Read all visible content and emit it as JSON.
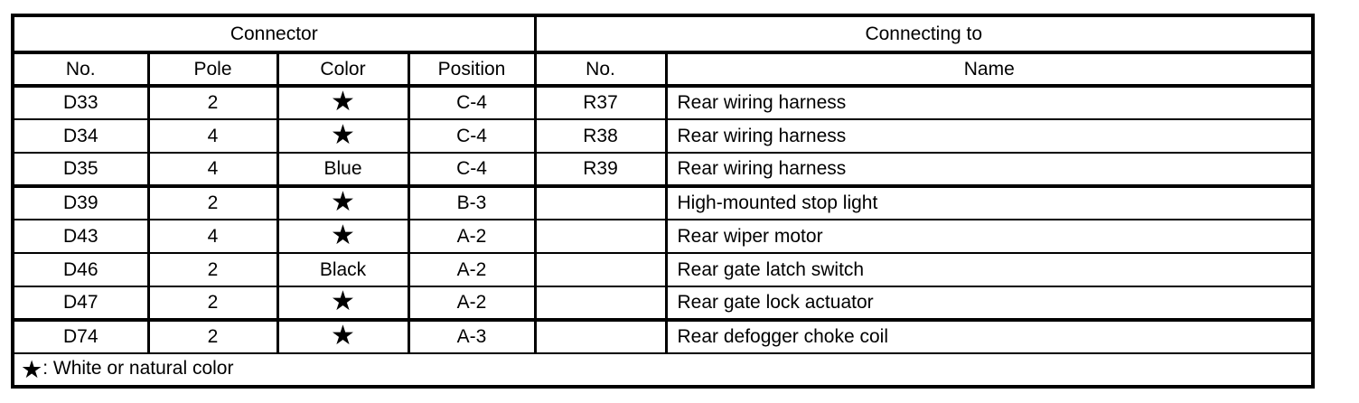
{
  "colors": {
    "border": "#000000",
    "text": "#000000",
    "background": "#ffffff"
  },
  "table": {
    "header_groups": [
      {
        "label": "Connector"
      },
      {
        "label": "Connecting to"
      }
    ],
    "columns": [
      {
        "label": "No."
      },
      {
        "label": "Pole"
      },
      {
        "label": "Color"
      },
      {
        "label": "Position"
      },
      {
        "label": "No."
      },
      {
        "label": "Name"
      }
    ],
    "rows": [
      {
        "no": "D33",
        "pole": "2",
        "color": "★",
        "position": "C-4",
        "to_no": "R37",
        "name": "Rear wiring harness"
      },
      {
        "no": "D34",
        "pole": "4",
        "color": "★",
        "position": "C-4",
        "to_no": "R38",
        "name": "Rear wiring harness"
      },
      {
        "no": "D35",
        "pole": "4",
        "color": "Blue",
        "position": "C-4",
        "to_no": "R39",
        "name": "Rear wiring harness"
      },
      {
        "no": "D39",
        "pole": "2",
        "color": "★",
        "position": "B-3",
        "to_no": "",
        "name": "High-mounted stop light"
      },
      {
        "no": "D43",
        "pole": "4",
        "color": "★",
        "position": "A-2",
        "to_no": "",
        "name": "Rear wiper motor"
      },
      {
        "no": "D46",
        "pole": "2",
        "color": "Black",
        "position": "A-2",
        "to_no": "",
        "name": "Rear gate latch switch"
      },
      {
        "no": "D47",
        "pole": "2",
        "color": "★",
        "position": "A-2",
        "to_no": "",
        "name": "Rear gate lock actuator"
      },
      {
        "no": "D74",
        "pole": "2",
        "color": "★",
        "position": "A-3",
        "to_no": "",
        "name": "Rear defogger choke coil"
      }
    ],
    "legend": {
      "symbol": "★",
      "text": ": White or natural color"
    }
  }
}
